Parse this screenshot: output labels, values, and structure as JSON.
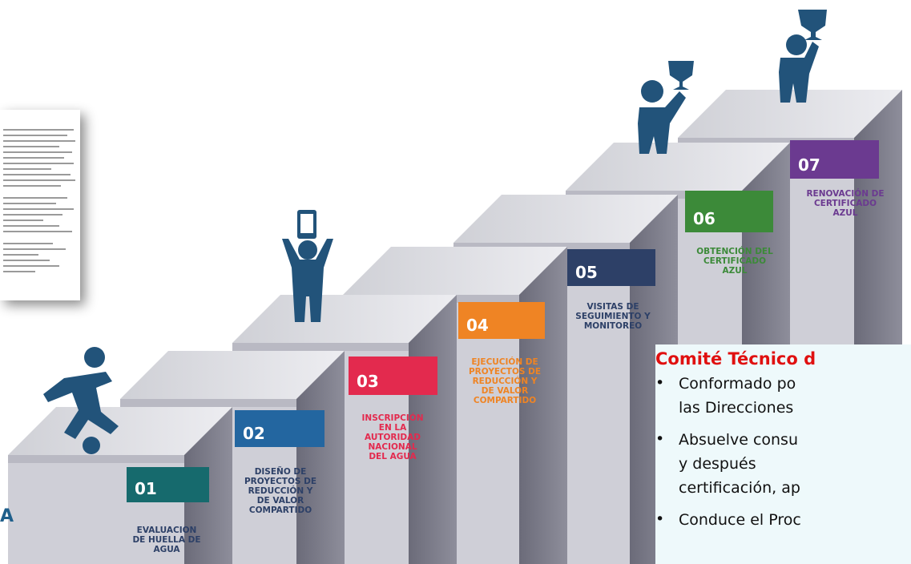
{
  "colors": {
    "step01": "#166a6d",
    "step02": "#2366a0",
    "step03": "#e32a4e",
    "step04": "#ef8424",
    "step05": "#2d4067",
    "step06": "#3c8a39",
    "step07": "#6b3a90",
    "figure": "#22537a",
    "title": "#e01010"
  },
  "steps": [
    {
      "number": "01",
      "label": "EVALUACION\nDE HUELLA DE\nAGUA"
    },
    {
      "number": "02",
      "label": "DISEÑO DE\nPROYECTOS DE\nREDUCCIÓN Y\nDE VALOR\nCOMPARTIDO"
    },
    {
      "number": "03",
      "label": "INSCRIPCIÓN\nEN LA\nAUTORIDAD\nNACIONAL\nDEL AGUA"
    },
    {
      "number": "04",
      "label": "EJECUCIÓN DE\nPROYECTOS DE\nREDUCCIÓN Y\nDE VALOR\nCOMPARTIDO"
    },
    {
      "number": "05",
      "label": "VISITAS DE\nSEGUIMIENTO Y\nMONITOREO"
    },
    {
      "number": "06",
      "label": "OBTENCIÓN DEL\nCERTIFICADO\nAZUL"
    },
    {
      "number": "07",
      "label": "RENOVACIÓN DE\nCERTIFICADO\nAZUL"
    }
  ],
  "panel": {
    "title": "Comité Técnico d",
    "bullets": [
      {
        "lines": [
          "Conformado po",
          "las Direcciones"
        ]
      },
      {
        "lines": [
          "Absuelve consu",
          "y      después",
          "certificación, ap"
        ]
      },
      {
        "lines": [
          "Conduce el Proc"
        ]
      }
    ]
  },
  "edge_text": "A",
  "icons": [
    "soccer-player-icon",
    "person-tablet-icon",
    "person-trophy-icon",
    "trophy-icon"
  ]
}
